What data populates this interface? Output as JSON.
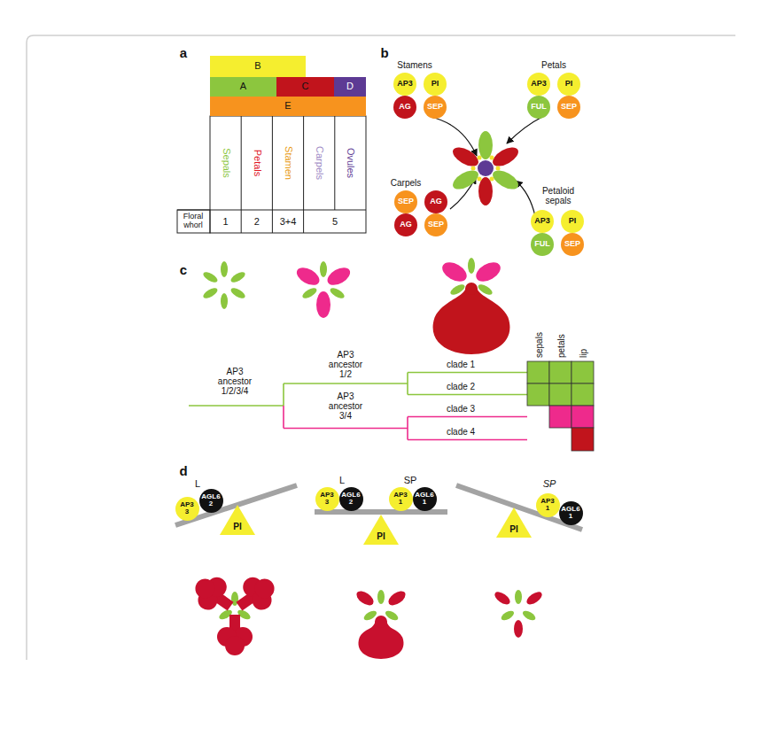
{
  "diagram": {
    "nodes": [
      {
        "text": [
          "B"
        ]
      },
      {
        "text": [
          "A"
        ]
      },
      {
        "text": [
          "C"
        ]
      },
      {
        "text": [
          "D"
        ]
      },
      {
        "text": [
          "E"
        ]
      },
      {
        "text": [
          "Sepals"
        ]
      },
      {
        "text": [
          "Petals"
        ]
      },
      {
        "text": [
          "Stamen"
        ]
      },
      {
        "text": [
          "Carpels"
        ]
      },
      {
        "text": [
          "Ovules"
        ]
      },
      {
        "text": [
          "AP3"
        ]
      },
      {
        "text": [
          "PI"
        ]
      },
      {
        "text": [
          "AG"
        ]
      },
      {
        "text": [
          "SEP"
        ]
      },
      {
        "text": [
          "AP3"
        ]
      },
      {
        "text": [
          "PI"
        ]
      },
      {
        "text": [
          "FUL"
        ]
      },
      {
        "text": [
          "SEP"
        ]
      },
      {
        "text": [
          "SEP"
        ]
      },
      {
        "text": [
          "AG"
        ]
      },
      {
        "text": [
          "AG"
        ]
      },
      {
        "text": [
          "SEP"
        ]
      },
      {
        "text": [
          "AP3"
        ]
      },
      {
        "text": [
          "PI"
        ]
      },
      {
        "text": [
          "FUL"
        ]
      },
      {
        "text": [
          "SEP"
        ]
      },
      {
        "text": [
          "AP3 3"
        ]
      },
      {
        "text": [
          "AGL6 2"
        ]
      },
      {
        "text": [
          "PI"
        ]
      },
      {
        "text": [
          "AP3 3"
        ]
      },
      {
        "text": [
          "AGL6 2"
        ]
      },
      {
        "text": [
          "AP3 1"
        ]
      },
      {
        "text": [
          "AGL6 1"
        ]
      },
      {
        "text": [
          "PI"
        ]
      },
      {
        "text": [
          "AP3 1"
        ]
      },
      {
        "text": [
          "AGL6 1"
        ]
      },
      {
        "text": [
          "PI"
        ]
      }
    ],
    "labels": [
      "a",
      "Floral whorl",
      "1",
      "2",
      "3+4",
      "5",
      "b",
      "Stamens",
      "Petals",
      "Carpels",
      "Petaloid sepals",
      "c",
      "sepals",
      "petals",
      "lip",
      "AP3 ancestor 1/2",
      "clade 1",
      "clade 2",
      "AP3 ancestor 1/2/3/4",
      "AP3 ancestor 3/4",
      "clade 3",
      "clade 4",
      "d",
      "L",
      "L",
      "SP",
      "SP"
    ]
  }
}
